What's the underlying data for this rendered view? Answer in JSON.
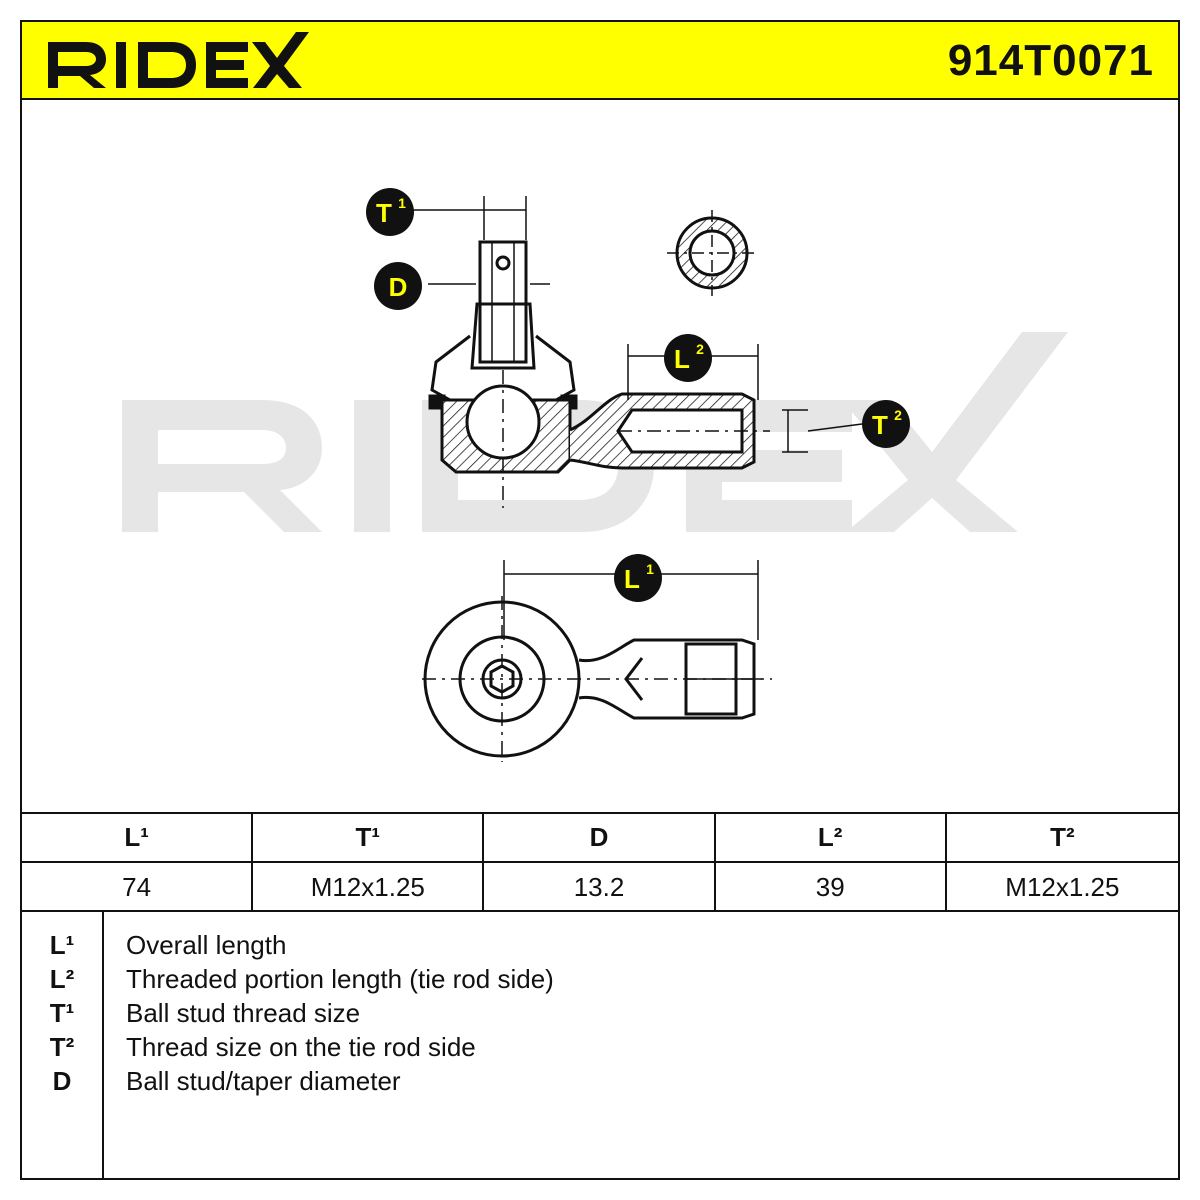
{
  "header": {
    "brand": "RIDEX",
    "part_number": "914T0071",
    "background_color": "#ffff00"
  },
  "drawing": {
    "watermark": "RIDEX",
    "callouts": {
      "t1": {
        "letter": "T",
        "sup": "1"
      },
      "d": {
        "letter": "D",
        "sup": ""
      },
      "l2": {
        "letter": "L",
        "sup": "2"
      },
      "t2": {
        "letter": "T",
        "sup": "2"
      },
      "l1": {
        "letter": "L",
        "sup": "1"
      }
    },
    "callout_color": "#ffff00"
  },
  "spec_table": {
    "headers": [
      "L¹",
      "T¹",
      "D",
      "L²",
      "T²"
    ],
    "values": [
      "74",
      "M12x1.25",
      "13.2",
      "39",
      "M12x1.25"
    ]
  },
  "legend": [
    {
      "key": "L¹",
      "text": "Overall length"
    },
    {
      "key": "L²",
      "text": "Threaded portion length (tie rod side)"
    },
    {
      "key": "T¹",
      "text": "Ball stud thread size"
    },
    {
      "key": "T²",
      "text": "Thread size on the tie rod side"
    },
    {
      "key": "D",
      "text": "Ball stud/taper diameter"
    }
  ]
}
